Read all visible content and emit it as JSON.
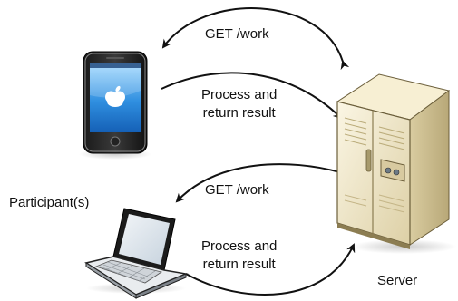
{
  "arrows": {
    "phone_request": "GET /work",
    "phone_response_line1": "Process and",
    "phone_response_line2": "return result",
    "laptop_request": "GET /work",
    "laptop_response_line1": "Process and",
    "laptop_response_line2": "return result"
  },
  "nodes": {
    "participants_label": "Participant(s)",
    "server_label": "Server",
    "phone_icon": "smartphone-icon",
    "laptop_icon": "laptop-icon",
    "server_icon": "server-tower-icon"
  },
  "colors": {
    "arrow": "#111111",
    "server_body": "#ede3c3",
    "phone_screen": "#3ea2ea"
  }
}
